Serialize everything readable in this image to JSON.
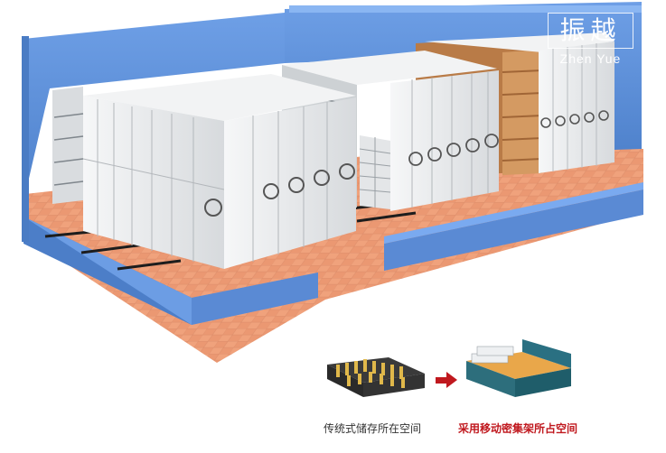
{
  "logo": {
    "chinese": "振越",
    "pinyin": "Zhen Yue"
  },
  "comparison": {
    "left_caption": "传统式储存所在空间",
    "right_caption": "采用移动密集架所占空间"
  },
  "colors": {
    "wall": "#5b8ed6",
    "wall_light": "#7aaaf0",
    "floor": "#f0a27c",
    "cabinet": "#e9ebec",
    "wood": "#c88a52",
    "accent_red": "#c0181e"
  },
  "icons": {
    "arrow": "arrow-right-icon"
  }
}
